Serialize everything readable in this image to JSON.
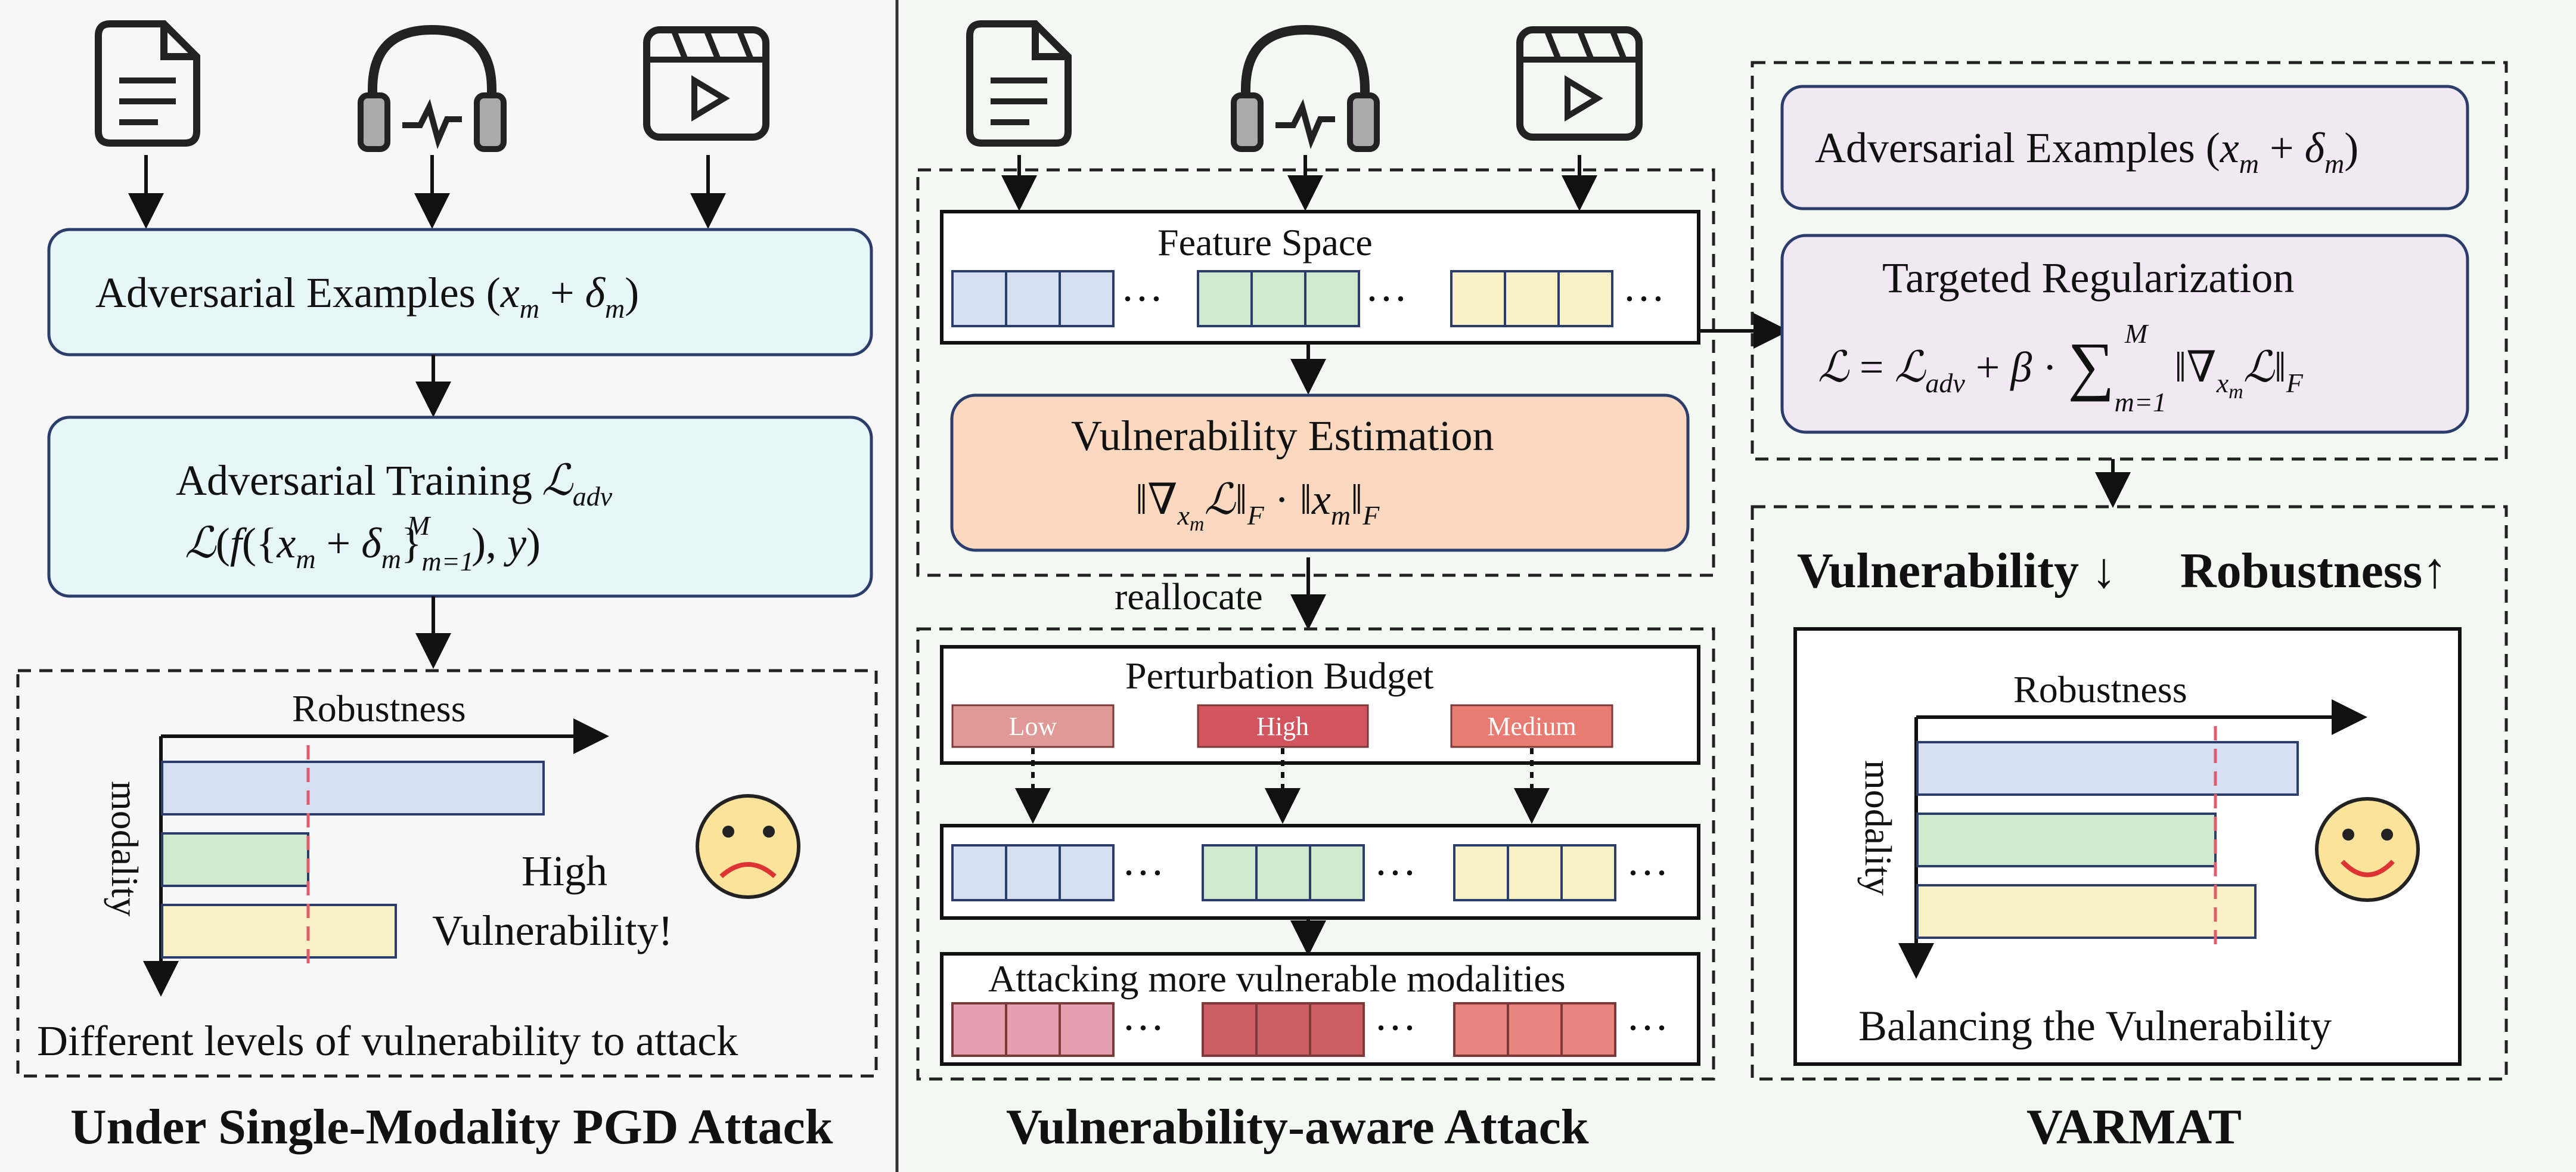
{
  "left_panel": {
    "input_icons": [
      "document-icon",
      "headphones-icon",
      "video-icon"
    ],
    "adv_examples_label": "Adversarial Examples (",
    "adv_examples_math": "x",
    "adv_training_label": "Adversarial Training",
    "adv_training_loss": "L",
    "adv_training_formula": "L(f({x_m + δ_m}_{m=1}^M), y)",
    "robustness_axis_label": "Robustness",
    "modality_axis_label": "modality",
    "high_vuln_line1": "High",
    "high_vuln_line2": "Vulnerability!",
    "footer_text": "Different levels of vulnerability to attack",
    "title": "Under Single-Modality PGD Attack"
  },
  "middle_panel": {
    "input_icons": [
      "document-icon",
      "headphones-icon",
      "video-icon"
    ],
    "feature_space_label": "Feature Space",
    "vuln_estimation_label": "Vulnerability Estimation",
    "vuln_estimation_formula": "‖∇ₓₘ𝓛‖_F · ‖xₘ‖_F",
    "reallocate_label": "reallocate",
    "perturbation_budget_label": "Perturbation Budget",
    "budget_levels": [
      "Low",
      "High",
      "Medium"
    ],
    "attacking_label": "Attacking more vulnerable modalities",
    "ellipsis": "···",
    "title": "Vulnerability-aware Attack"
  },
  "right_panel": {
    "adv_examples_label": "Adversarial Examples",
    "targeted_reg_label": "Targeted Regularization",
    "targeted_reg_formula": "𝓛 = 𝓛_adv + β · Σ_{m=1}^M ‖∇ₓₘ𝓛‖_F",
    "vulnerability_label": "Vulnerability ↓",
    "robustness_label": "Robustness↑",
    "robustness_axis_label": "Robustness",
    "modality_axis_label": "modality",
    "footer_text": "Balancing the Vulnerability",
    "title": "VARMAT"
  },
  "colors": {
    "panel_bg_left": "#f7f7f7",
    "panel_bg_right": "#f3f8f3",
    "box_teal": "#e7f6f8",
    "box_orange": "#fbd9c1",
    "box_lavender": "#f1e8f3",
    "blue": "#d6def2",
    "green": "#cfe9cf",
    "yellow": "#f8f1c6",
    "budget_low": "#df9a98",
    "budget_high": "#d2545e",
    "budget_medium": "#e87b72",
    "dashed_red": "#e05c6a"
  }
}
